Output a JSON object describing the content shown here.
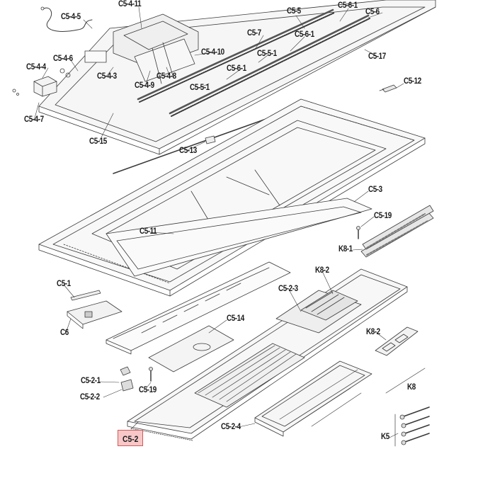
{
  "diagram": {
    "labels": {
      "c5_4_5": "C5-4-5",
      "c5_4_11": "C5-4-11",
      "c5_5_top": "C5-5",
      "c5_6_1_top": "C5-6-1",
      "c5_6": "C5-6",
      "c5_7": "C5-7",
      "c5_6_1_mid": "C5-6-1",
      "c5_4_6": "C5-4-6",
      "c5_4_4": "C5-4-4",
      "c5_4_10": "C5-4-10",
      "c5_5_1_a": "C5-5-1",
      "c5_17": "C5-17",
      "c5_4_3": "C5-4-3",
      "c5_4_8": "C5-4-8",
      "c5_6_1_low": "C5-6-1",
      "c5_4_9": "C5-4-9",
      "c5_5_1_b": "C5-5-1",
      "c5_12": "C5-12",
      "c5_4_7": "C5-4-7",
      "c5_15": "C5-15",
      "c5_13": "C5-13",
      "c5_3": "C5-3",
      "c5_19_top": "C5-19",
      "c5_11": "C5-11",
      "k8_1": "K8-1",
      "k8_2_top": "K8-2",
      "c5_1": "C5-1",
      "c5_2_3": "C5-2-3",
      "c6": "C6",
      "c5_14": "C5-14",
      "k8_2_side": "K8-2",
      "c5_2_1": "C5-2-1",
      "c5_19_low": "C5-19",
      "c5_2_2": "C5-2-2",
      "k8": "K8",
      "c5_2_4": "C5-2-4",
      "k5": "K5",
      "c5_2_highlight": "C5-2"
    },
    "colors": {
      "line": "#3a3a3a",
      "part_fill": "#f4f4f4",
      "highlight_fill": "#f8c8c8",
      "highlight_border": "#d05a5a"
    }
  }
}
